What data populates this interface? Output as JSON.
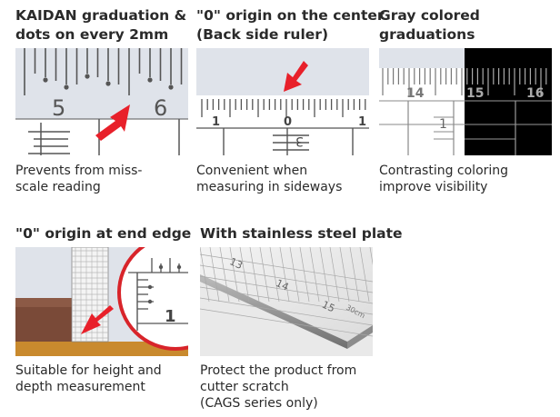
{
  "features": [
    {
      "title": [
        "KAIDAN graduation &",
        "dots on every 2mm"
      ],
      "desc": [
        "Prevents from miss-",
        "scale reading"
      ],
      "scale": [
        "5",
        "6"
      ]
    },
    {
      "title": [
        "\"0\" origin on the center",
        "(Back side ruler)"
      ],
      "desc": [
        "Convenient when",
        "measuring in sideways"
      ],
      "scale": [
        "1",
        "0",
        "1",
        "3"
      ]
    },
    {
      "title": [
        "Gray colored",
        "graduations"
      ],
      "desc": [
        "Contrasting coloring",
        "improve visibility"
      ],
      "scale": [
        "14",
        "15",
        "16",
        "1"
      ]
    },
    {
      "title": [
        "\"0\" origin at end edge"
      ],
      "desc": [
        "Suitable for height and",
        "depth measurement"
      ],
      "scale": [
        "1"
      ]
    },
    {
      "title": [
        "With stainless steel plate"
      ],
      "desc": [
        "Protect the product from",
        "cutter scratch",
        "(CAGS series only)"
      ],
      "scale": [
        "13",
        "14",
        "15",
        "30cm"
      ]
    }
  ],
  "colors": {
    "arrow": "#e8202a",
    "sky": "#dfe3ea",
    "ink": "#3a3a3a",
    "floor": "#c98a2e",
    "block": "#7a4a38",
    "circle": "#d8242a"
  }
}
